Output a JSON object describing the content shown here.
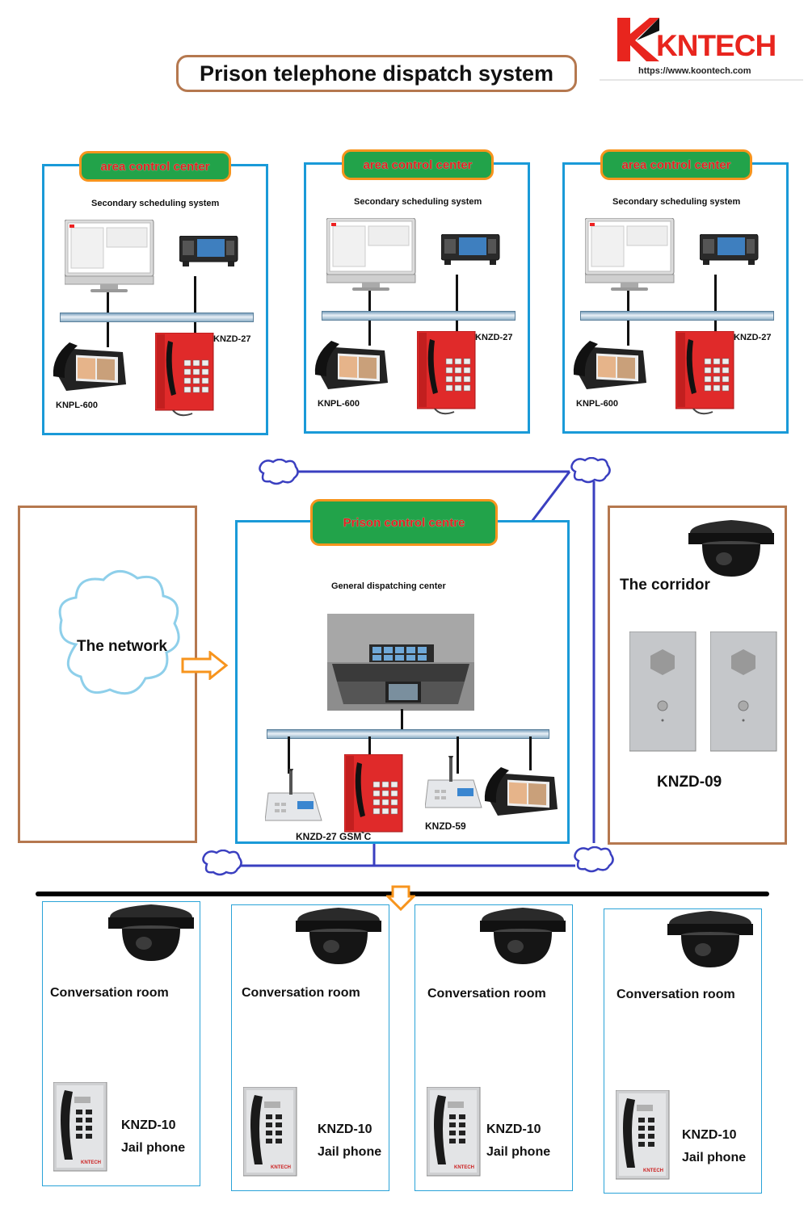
{
  "page": {
    "title": "Prison telephone dispatch system"
  },
  "logo": {
    "brand": "KNTECH",
    "url": "https://www.koontech.com"
  },
  "area_centers": [
    {
      "pill": "area control center",
      "subtitle": "Secondary scheduling system",
      "phone_model": "KNPL-600",
      "pay_phone_model": "KNZD-27"
    },
    {
      "pill": "area control center",
      "subtitle": "Secondary scheduling system",
      "phone_model": "KNPL-600",
      "pay_phone_model": "KNZD-27"
    },
    {
      "pill": "area control center",
      "subtitle": "Secondary scheduling system",
      "phone_model": "KNPL-600",
      "pay_phone_model": "KNZD-27"
    }
  ],
  "network": {
    "label": "The network"
  },
  "control_centre": {
    "pill": "Prison control centre",
    "subtitle": "General dispatching center",
    "model_gsm": "KNZD-27 GSM C",
    "model_59": "KNZD-59"
  },
  "corridor": {
    "label": "The corridor",
    "model": "KNZD-09"
  },
  "rooms": [
    {
      "label": "Conversation room",
      "model": "KNZD-10",
      "desc": "Jail phone"
    },
    {
      "label": "Conversation room",
      "model": "KNZD-10",
      "desc": "Jail phone"
    },
    {
      "label": "Conversation room",
      "model": "KNZD-10",
      "desc": "Jail phone"
    },
    {
      "label": "Conversation room",
      "model": "KNZD-10",
      "desc": "Jail phone"
    }
  ],
  "colors": {
    "accent_blue": "#1a9ad8",
    "brown": "#b5784f",
    "pill_green": "#22a34a",
    "pill_red_text": "#e22020",
    "pill_orange": "#f7941d",
    "link_navy": "#3a3fc0",
    "logo_red": "#e8251e"
  },
  "icons": [
    "desktop-monitor-icon",
    "dispatch-console-icon",
    "video-phone-icon",
    "red-pay-phone-icon",
    "cloud-icon",
    "dome-camera-icon",
    "intercom-panel-icon",
    "jail-phone-icon",
    "arrow-right-icon",
    "arrow-down-icon"
  ]
}
